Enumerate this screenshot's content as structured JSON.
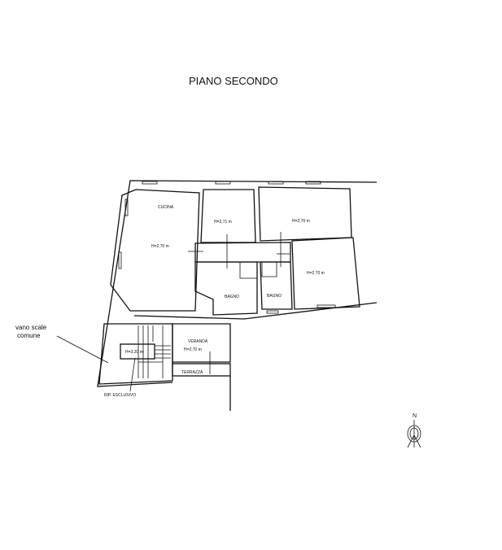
{
  "title": "PIANO SECONDO",
  "rooms": {
    "kitchen_name": "CUCINA",
    "kitchen_height": "H=2,70 m",
    "room1_height": "H=2,71 m",
    "room2_height": "H=2,70 m",
    "room3_height": "H=2,70 m",
    "bath1": "BAGNO",
    "bath2": "BAGNO",
    "veranda_name": "VERANDA",
    "veranda_height": "H=2,70 m",
    "terrace": "TERRAZZA",
    "storage_height": "H=3,20 m"
  },
  "annotations": {
    "stair_line1": "vano scale",
    "stair_line2": "comune",
    "storage_label": "RIP. ESCLUSIVO"
  },
  "north": "N"
}
